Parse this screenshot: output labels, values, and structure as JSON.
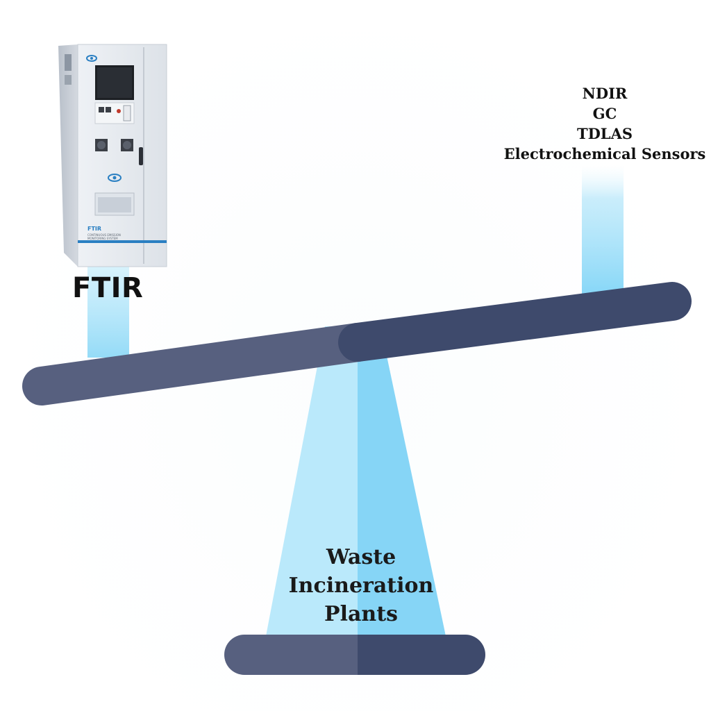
{
  "diagram": {
    "left_label": "FTIR",
    "right_items": [
      "NDIR",
      "GC",
      "TDLAS",
      "Electrochemical Sensors"
    ],
    "base_label_lines": [
      "Waste",
      "Incineration",
      "Plants"
    ],
    "cabinet_panel_text": [
      "FTIR",
      "CONTINUOUS EMISSION",
      "MONITORING SYSTEM"
    ],
    "colors": {
      "beam": "#3e4a6c",
      "beam_light": "#56628a",
      "glow": "#7ad2f5",
      "glow_light": "#b6e8fb",
      "cabinet": "#e4e8ee",
      "cabinet_accent": "#2a7fc2"
    },
    "icons": [
      "cems-cabinet-icon",
      "brand-logo-icon"
    ]
  }
}
